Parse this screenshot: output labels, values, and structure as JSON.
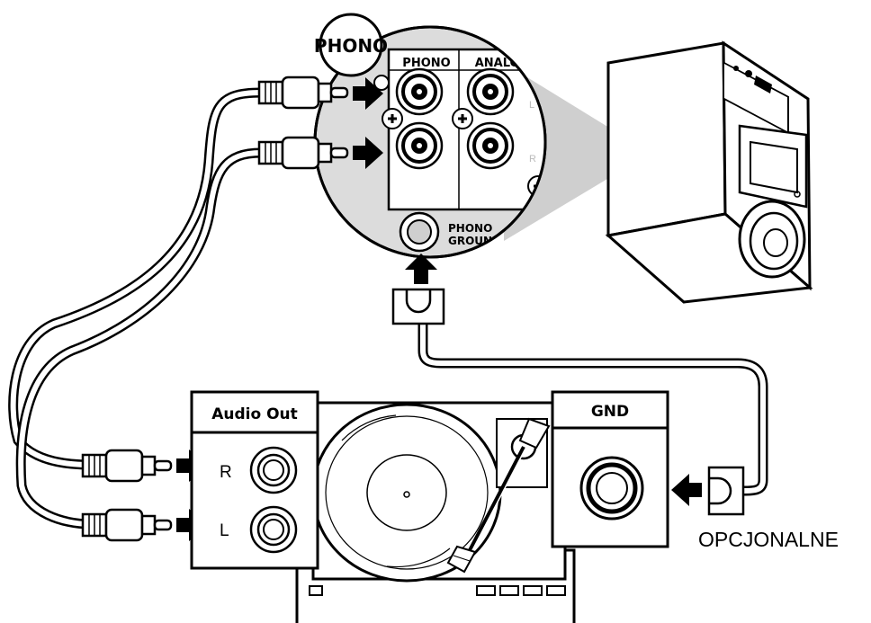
{
  "speaker_panel": {
    "badge": "PHONO",
    "phono_header": "PHONO",
    "analog_header": "ANALOG",
    "left_mark": "L",
    "right_mark": "R",
    "ground_label_line1": "PHONO",
    "ground_label_line2": "GROUND"
  },
  "turntable_panel": {
    "audio_out_title": "Audio Out",
    "channel_right": "R",
    "channel_left": "L",
    "gnd_title": "GND"
  },
  "optional_note": "OPCJONALNE",
  "colors": {
    "ink": "#000000",
    "panel_fill": "#ffffff",
    "zoom_fill": "#dcdcdc",
    "zoom_cone": "#cfcfcf"
  }
}
